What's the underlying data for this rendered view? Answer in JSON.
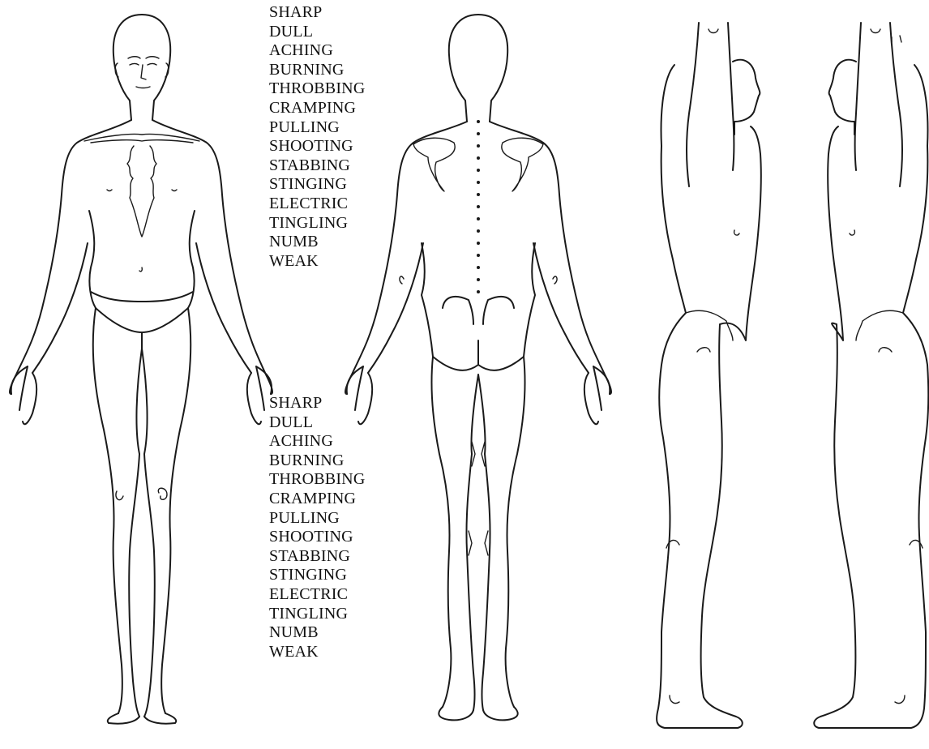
{
  "pain_descriptor_lists": [
    {
      "items": [
        "SHARP",
        "DULL",
        "ACHING",
        "BURNING",
        "THROBBING",
        "CRAMPING",
        "PULLING",
        "SHOOTING",
        "STABBING",
        "STINGING",
        "ELECTRIC",
        "TINGLING",
        "NUMB",
        "WEAK"
      ]
    },
    {
      "items": [
        "SHARP",
        "DULL",
        "ACHING",
        "BURNING",
        "THROBBING",
        "CRAMPING",
        "PULLING",
        "SHOOTING",
        "STABBING",
        "STINGING",
        "ELECTRIC",
        "TINGLING",
        "NUMB",
        "WEAK"
      ]
    }
  ],
  "figures": [
    "front-view",
    "back-view",
    "right-side-view",
    "left-side-view"
  ]
}
